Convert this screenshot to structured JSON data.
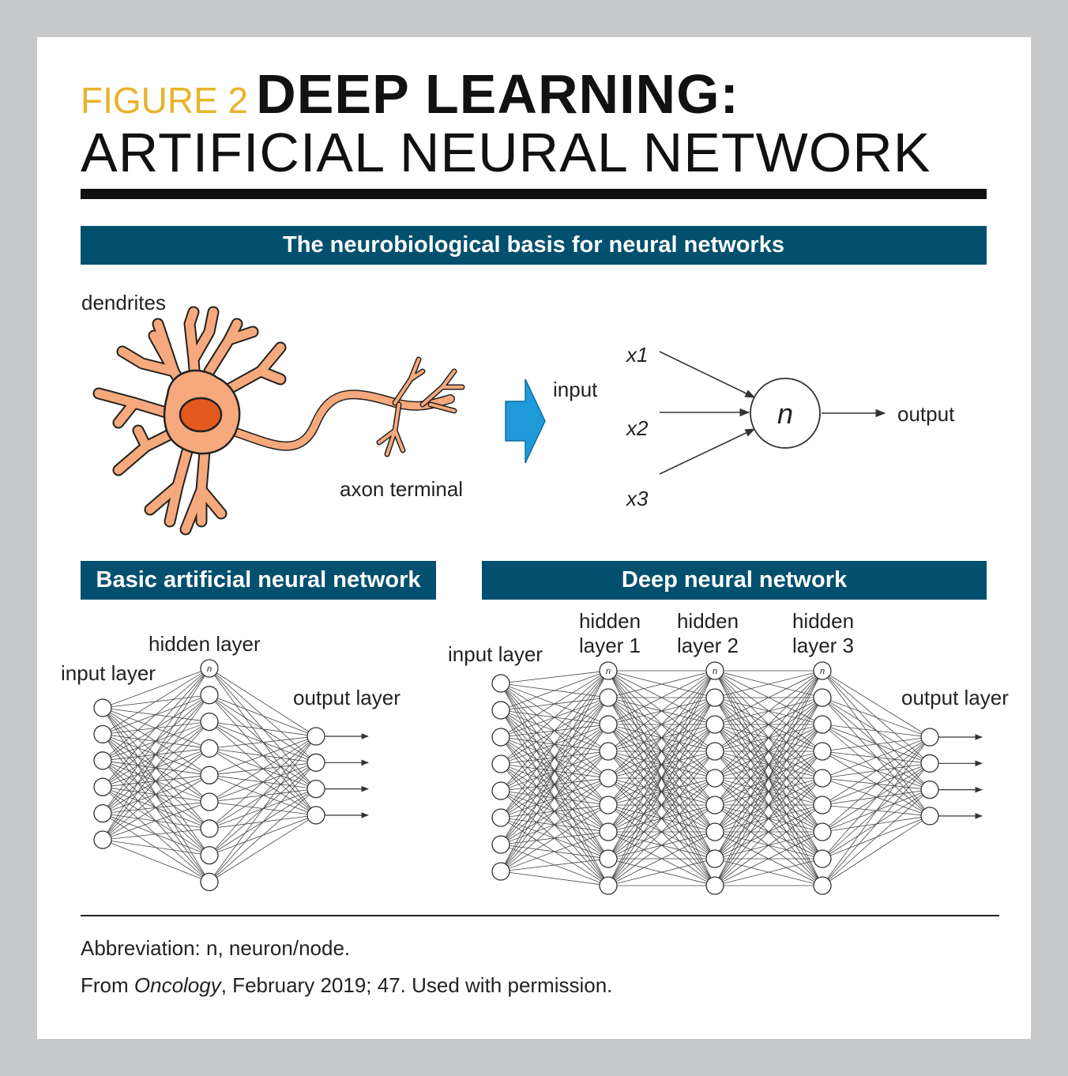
{
  "title": {
    "figure_number": "FIGURE 2",
    "line1_bold": "DEEP LEARNING:",
    "line2": "ARTIFICIAL NEURAL NETWORK"
  },
  "banners": {
    "top": "The neurobiological basis for neural networks",
    "basic": "Basic artificial neural network",
    "deep": "Deep neural network"
  },
  "neuron": {
    "dendrites_label": "dendrites",
    "axon_label": "axon terminal"
  },
  "perceptron": {
    "input_label": "input",
    "inputs": [
      "x1",
      "x2",
      "x3"
    ],
    "node_label": "n",
    "output_label": "output"
  },
  "basic_network": {
    "input_label": "input layer",
    "hidden_label": "hidden layer",
    "output_label": "output layer",
    "node_mark": "n",
    "layer_sizes": [
      6,
      9,
      4
    ]
  },
  "deep_network": {
    "input_label": "input layer",
    "hidden_labels": [
      [
        "hidden",
        "layer 1"
      ],
      [
        "hidden",
        "layer 2"
      ],
      [
        "hidden",
        "layer 3"
      ]
    ],
    "output_label": "output layer",
    "node_mark": "n",
    "layer_sizes": [
      8,
      9,
      9,
      9,
      4
    ]
  },
  "footer": {
    "abbreviation": "Abbreviation: n, neuron/node.",
    "source_prefix": "From ",
    "source_journal": "Oncology",
    "source_suffix": ", February 2019; 47. Used with permission."
  },
  "colors": {
    "background": "#c8c9cb",
    "banner": "#02506e",
    "figure_number": "#e8b32c",
    "neuron_body": "#f6a97c",
    "nucleus": "#e3591d",
    "arrow": "#1e9ad8"
  }
}
